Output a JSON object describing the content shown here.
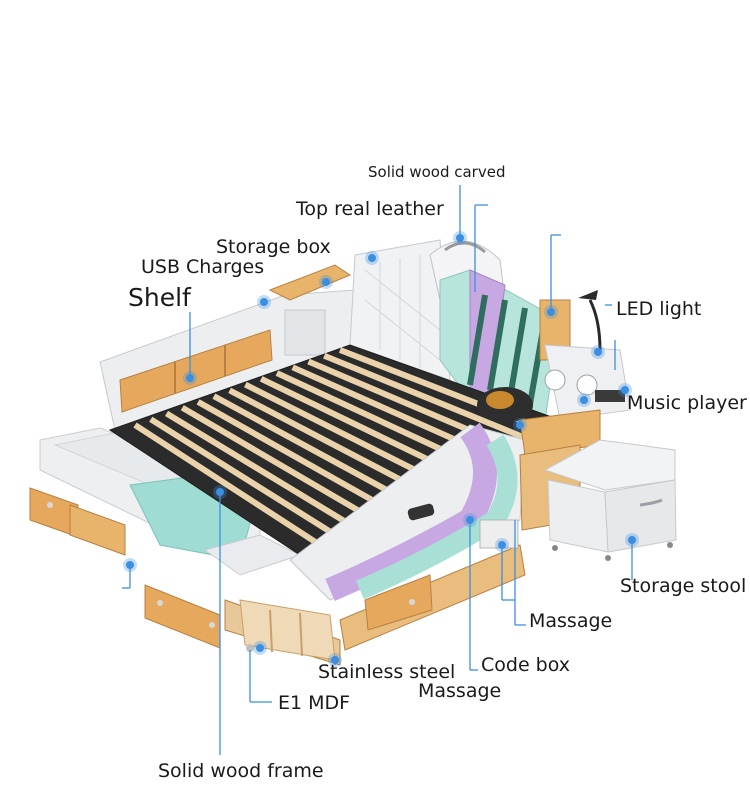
{
  "colors": {
    "marker": "#3b8fe0",
    "leader": "#3b8fe0",
    "leather": "#eef0f2",
    "wood": "#e8b36a",
    "slat": "#e9cfa3",
    "mint": "#9edbd2",
    "lilac": "#c9a8e0"
  },
  "labels": {
    "solid_wood_carved": "Solid wood carved",
    "top_real_leather": "Top real leather",
    "storage_box": "Storage box",
    "usb_charges": "USB Charges",
    "shelf": "Shelf",
    "led_light": "LED light",
    "music_player": "Music player",
    "storage_stool": "Storage stool",
    "massage_right": "Massage",
    "code_box": "Code box",
    "stainless_steel": "Stainless steel",
    "massage_bottom": "Massage",
    "e1_mdf": "E1 MDF",
    "solid_wood_frame": "Solid wood frame"
  }
}
